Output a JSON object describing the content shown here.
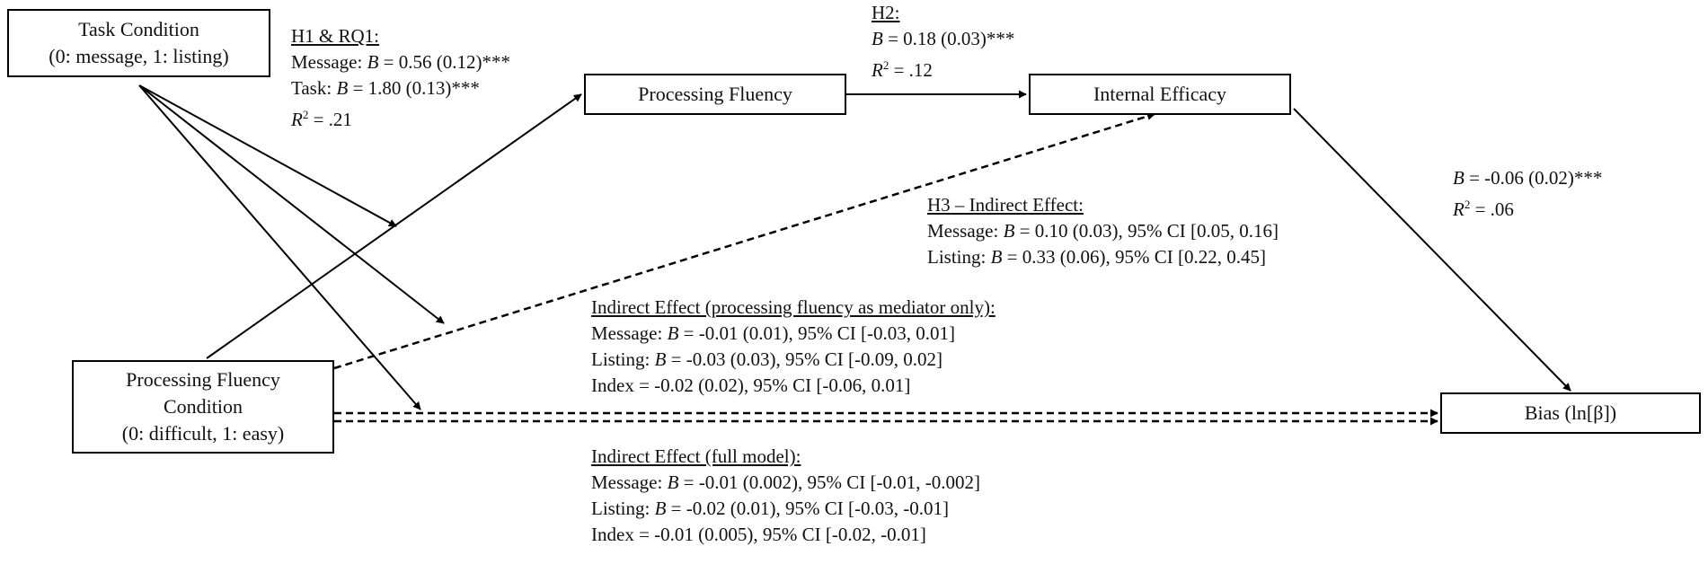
{
  "nodes": {
    "task": {
      "line1": "Task Condition",
      "line2": "(0: message, 1: listing)"
    },
    "pf_condition": {
      "line1": "Processing Fluency",
      "line2": "Condition",
      "line3": "(0: difficult, 1: easy)"
    },
    "processing_fluency": {
      "label": "Processing Fluency"
    },
    "internal_efficacy": {
      "label": "Internal Efficacy"
    },
    "bias": {
      "label": "Bias (ln[β])"
    }
  },
  "annotations": {
    "h1": {
      "heading": "H1 & RQ1:",
      "message_prefix": "Message: ",
      "message_b": "B",
      "message_value": " = 0.56 (0.12)***",
      "task_prefix": "Task: ",
      "task_b": "B",
      "task_value": " = 1.80 (0.13)***",
      "r2_r": "R",
      "r2_sup": "2",
      "r2_value": " = .21"
    },
    "h2": {
      "heading": "H2:",
      "b": "B",
      "b_value": " = 0.18 (0.03)***",
      "r2_r": "R",
      "r2_sup": "2",
      "r2_value": " = .12"
    },
    "bias_path": {
      "b": "B",
      "b_value": " = -0.06 (0.02)***",
      "r2_r": "R",
      "r2_sup": "2",
      "r2_value": " = .06"
    },
    "h3": {
      "heading": "H3 – Indirect Effect:",
      "message_prefix": "Message: ",
      "message_b": "B",
      "message_value": " = 0.10 (0.03), 95% CI [0.05, 0.16]",
      "listing_prefix": "Listing: ",
      "listing_b": "B",
      "listing_value": " = 0.33 (0.06), 95% CI [0.22, 0.45]"
    },
    "indirect_pf": {
      "heading": "Indirect Effect (processing fluency as mediator only):",
      "message_prefix": "Message: ",
      "message_b": "B",
      "message_value": " = -0.01 (0.01), 95% CI [-0.03, 0.01]",
      "listing_prefix": "Listing: ",
      "listing_b": "B",
      "listing_value": " = -0.03 (0.03), 95% CI [-0.09, 0.02]",
      "index": "Index = -0.02 (0.02), 95% CI [-0.06, 0.01]"
    },
    "indirect_full": {
      "heading": "Indirect Effect (full model):",
      "message_prefix": "Message: ",
      "message_b": "B",
      "message_value": " = -0.01 (0.002), 95% CI [-0.01, -0.002]",
      "listing_prefix": "Listing: ",
      "listing_b": "B",
      "listing_value": " = -0.02 (0.01), 95% CI [-0.03, -0.01]",
      "index": "Index = -0.01 (0.005), 95% CI [-0.02, -0.01]"
    }
  },
  "colors": {
    "line": "#000000",
    "text": "#111111",
    "background": "#ffffff"
  }
}
